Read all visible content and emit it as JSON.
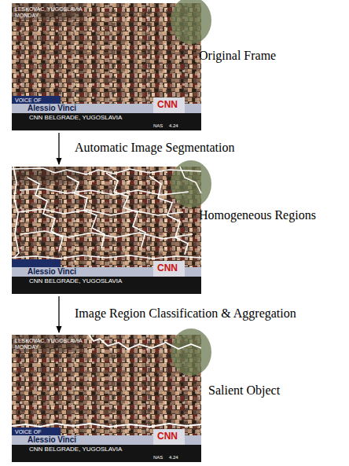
{
  "diagram": {
    "nodes": [
      {
        "text": [
          "Original Frame"
        ]
      },
      {
        "text": [
          "Homogeneous Regions"
        ]
      },
      {
        "text": [
          "Salient Object"
        ]
      }
    ],
    "edges": [
      {
        "from": 0,
        "to": 1,
        "arrow": "to",
        "label": "Automatic Image Segmentation"
      },
      {
        "from": 1,
        "to": 2,
        "arrow": "to",
        "label": "Image Region Classification & Aggregation"
      }
    ],
    "labels": [
      "LESKOVAC, YUGOSLAVIA",
      "MONDAY",
      "VOICE OF",
      "Alessio Vinci",
      "CNN",
      "CNN BELGRADE, YUGOSLAVIA",
      "NAS",
      "4.24",
      "Alessio Vinci",
      "CNN",
      "CNN BELGRADE, YUGOSLAVIA",
      "LESKOVAC, YUGOSLAVIA",
      "MONDAY",
      "VOICE OF",
      "Alessio Vinci",
      "CNN",
      "CNN BELGRADE, YUGOSLAVIA",
      "NAS",
      "4.24"
    ]
  }
}
